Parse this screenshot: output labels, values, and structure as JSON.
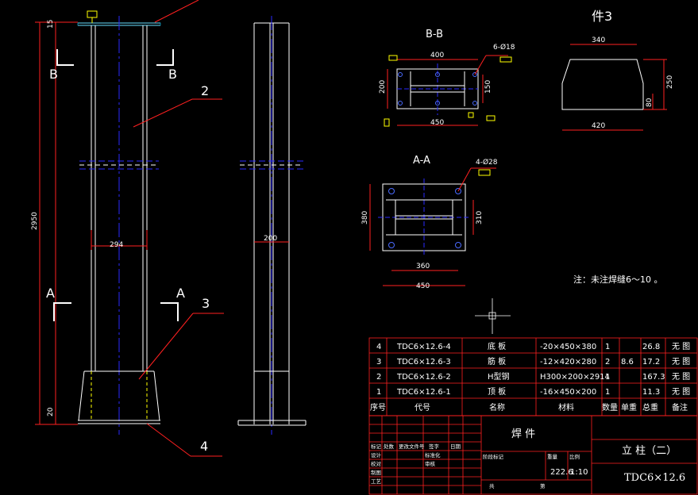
{
  "left_view": {
    "dim_height": "2950",
    "dim_top": "15",
    "dim_bottom": "20",
    "dim_width": "294",
    "section_b_left": "B",
    "section_b_right": "B",
    "section_a_left": "A",
    "section_a_right": "A",
    "callout_2": "2",
    "callout_3": "3",
    "callout_4": "4"
  },
  "side_view": {
    "dim_width": "200"
  },
  "section_bb": {
    "title": "B-B",
    "hole_note": "6-Ø18",
    "dim_top": "400",
    "dim_bottom": "450",
    "dim_left": "200",
    "dim_right": "150"
  },
  "section_aa": {
    "title": "A-A",
    "hole_note": "4-Ø28",
    "dim_left": "380",
    "dim_right": "310",
    "dim_inner": "360",
    "dim_bottom": "450"
  },
  "part3": {
    "title": "件3",
    "dim_top": "340",
    "dim_bottom": "420",
    "dim_right": "250",
    "dim_small": "80"
  },
  "note": "注：未注焊缝6～10 。",
  "parts_table": {
    "rows": [
      {
        "no": "4",
        "code": "TDC6×12.6-4",
        "name": "底 板",
        "material": "-20×450×380",
        "qty": "1",
        "unit": "",
        "total": "26.8",
        "remark": "无 图"
      },
      {
        "no": "3",
        "code": "TDC6×12.6-3",
        "name": "筋 板",
        "material": "-12×420×280",
        "qty": "2",
        "unit": "8.6",
        "total": "17.2",
        "remark": "无 图"
      },
      {
        "no": "2",
        "code": "TDC6×12.6-2",
        "name": "H型钢",
        "material": "H300×200×2914",
        "qty": "1",
        "unit": "",
        "total": "167.3",
        "remark": "无 图"
      },
      {
        "no": "1",
        "code": "TDC6×12.6-1",
        "name": "顶 板",
        "material": "-16×450×200",
        "qty": "1",
        "unit": "",
        "total": "11.3",
        "remark": "无 图"
      }
    ],
    "headers": {
      "no": "序号",
      "code": "代号",
      "name": "名称",
      "material": "材料",
      "qty": "数量",
      "unit": "单重",
      "total": "总重",
      "remark": "备注"
    }
  },
  "title_block": {
    "assembly": "焊 件",
    "drawing_name": "立 柱（二）",
    "drawing_code": "TDC6×12.6",
    "weight": "222.6",
    "scale": "1:10",
    "label_mark": "标记",
    "label_count": "处数",
    "label_change": "更改文件号",
    "label_sign": "签字",
    "label_date": "日期",
    "label_design": "设计",
    "label_draw": "制图",
    "label_check": "校对",
    "label_std": "标准化",
    "label_approve": "审核",
    "label_craft": "工艺",
    "label_stage": "阶段标记",
    "label_weight": "重量",
    "label_scale": "比例",
    "label_sheet": "共",
    "label_sheet2": "第"
  }
}
